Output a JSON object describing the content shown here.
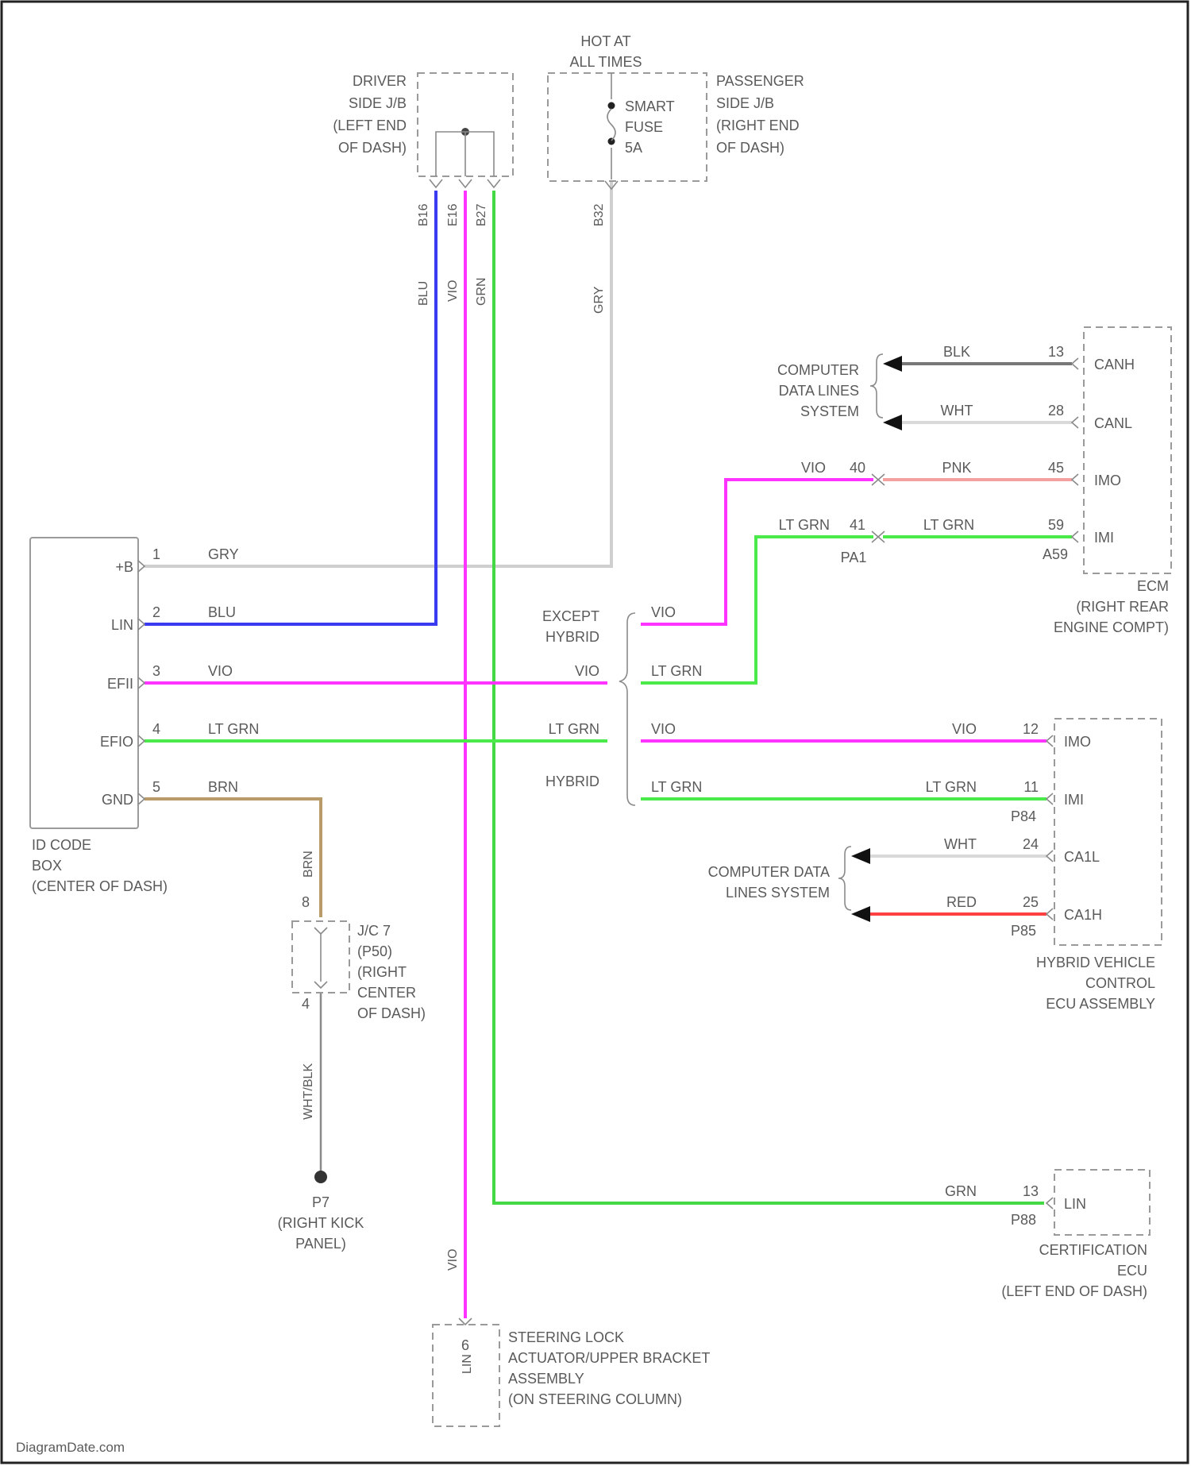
{
  "colors": {
    "GRY": "#cfcfcf",
    "BLU": "#3a3af0",
    "VIO": "#ff33ff",
    "LTGRN": "#4aea4a",
    "BRN": "#b89b68",
    "GRN": "#44d944",
    "BLK": "#777777",
    "WHT": "#d9d9d9",
    "PNK": "#f5a0a0",
    "RED": "#ff4040",
    "WHTBLK": "#8a8a8a"
  },
  "header": {
    "hot": [
      "HOT AT",
      "ALL TIMES"
    ]
  },
  "driver_jb": {
    "label": [
      "DRIVER",
      "SIDE J/B",
      "(LEFT END",
      "OF DASH)"
    ],
    "pins": [
      "B16",
      "E16",
      "B27"
    ]
  },
  "passenger_jb": {
    "label": [
      "PASSENGER",
      "SIDE J/B",
      "(RIGHT END",
      "OF DASH)"
    ],
    "fuse": [
      "SMART",
      "FUSE",
      "5A"
    ],
    "pin": "B32"
  },
  "id_code_box": {
    "label": [
      "ID CODE",
      "BOX",
      "(CENTER OF DASH)"
    ],
    "pins": [
      {
        "num": "1",
        "name": "+B",
        "wire": "GRY"
      },
      {
        "num": "2",
        "name": "LIN",
        "wire": "BLU"
      },
      {
        "num": "3",
        "name": "EFII",
        "wire": "VIO"
      },
      {
        "num": "4",
        "name": "EFIO",
        "wire": "LT GRN"
      },
      {
        "num": "5",
        "name": "GND",
        "wire": "BRN"
      }
    ]
  },
  "wire_labels": {
    "blu": "BLU",
    "vio": "VIO",
    "grn": "GRN",
    "gry": "GRY",
    "brn": "BRN",
    "wht_blk": "WHT/BLK",
    "vio_low": "VIO"
  },
  "ecm": {
    "label": [
      "ECM",
      "(RIGHT REAR",
      "ENGINE COMPT)"
    ],
    "pins": [
      {
        "num": "13",
        "name": "CANH",
        "wire": "BLK"
      },
      {
        "num": "28",
        "name": "CANL",
        "wire": "WHT"
      },
      {
        "num": "45",
        "name": "IMO",
        "wire": "PNK"
      },
      {
        "num": "59",
        "name": "IMI",
        "wire": "LT GRN"
      }
    ],
    "connector": "A59",
    "data_lines": [
      "COMPUTER",
      "DATA LINES",
      "SYSTEM"
    ]
  },
  "junction_pa1": {
    "label": "PA1",
    "p40": "40",
    "p41": "41",
    "vio": "VIO",
    "ltgrn": "LT GRN"
  },
  "branch": {
    "except_hybrid": [
      "EXCEPT",
      "HYBRID"
    ],
    "hybrid": "HYBRID",
    "vio": "VIO",
    "ltgrn": "LT GRN",
    "vio2": "VIO",
    "ltgrn2": "LT GRN",
    "vio_hy": "VIO",
    "ltgrn_hy": "LT GRN"
  },
  "hybrid_ecu": {
    "label": [
      "HYBRID VEHICLE",
      "CONTROL",
      "ECU ASSEMBLY"
    ],
    "pins": [
      {
        "num": "12",
        "name": "IMO",
        "wire": "VIO"
      },
      {
        "num": "11",
        "name": "IMI",
        "wire": "LT GRN"
      },
      {
        "num": "24",
        "name": "CA1L",
        "wire": "WHT"
      },
      {
        "num": "25",
        "name": "CA1H",
        "wire": "RED"
      }
    ],
    "conn1": "P84",
    "conn2": "P85",
    "data_lines": [
      "COMPUTER DATA",
      "LINES SYSTEM"
    ]
  },
  "jc7": {
    "label": [
      "J/C 7",
      "(P50)",
      "(RIGHT",
      "CENTER",
      "OF DASH)"
    ],
    "pin_top": "8",
    "pin_bot": "4"
  },
  "ground": {
    "label": [
      "P7",
      "(RIGHT KICK",
      "PANEL)"
    ]
  },
  "cert_ecu": {
    "label": [
      "CERTIFICATION",
      "ECU",
      "(LEFT END OF DASH)"
    ],
    "pin_num": "13",
    "pin_name": "LIN",
    "wire": "GRN",
    "conn": "P88"
  },
  "steering": {
    "label": [
      "STEERING LOCK",
      "ACTUATOR/UPPER BRACKET",
      "ASSEMBLY",
      "(ON STEERING COLUMN)"
    ],
    "pin": "6",
    "name": "LIN"
  },
  "footer": {
    "watermark": "DiagramDate.com"
  }
}
